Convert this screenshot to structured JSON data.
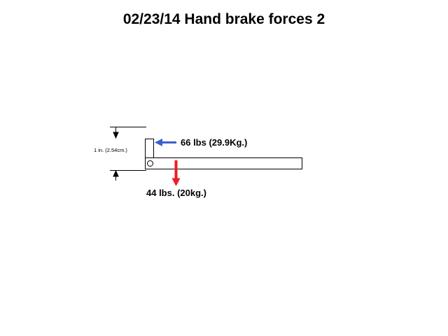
{
  "title": "02/23/14 Hand brake forces 2",
  "diagram": {
    "dimension_label": "1 in. (2.54cm.)",
    "horizontal_force": {
      "label": "66 lbs (29.9Kg.)"
    },
    "vertical_force": {
      "label": "44 lbs. (20kg.)"
    },
    "colors": {
      "horizontal_arrow": "#3A5FCD",
      "vertical_arrow": "#ED1C24",
      "line": "#000000"
    }
  }
}
